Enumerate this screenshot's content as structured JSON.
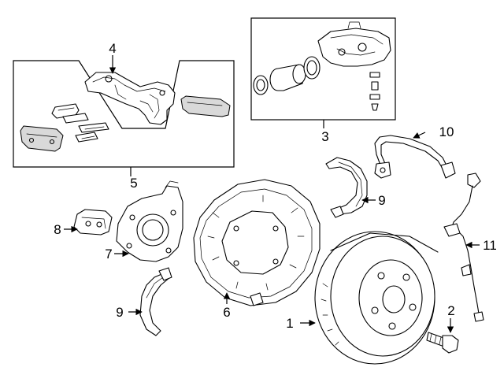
{
  "callouts": {
    "c1": "1",
    "c2": "2",
    "c3": "3",
    "c4": "4",
    "c5": "5",
    "c6": "6",
    "c7": "7",
    "c8": "8",
    "c9a": "9",
    "c9b": "9",
    "c10": "10",
    "c11": "11"
  }
}
